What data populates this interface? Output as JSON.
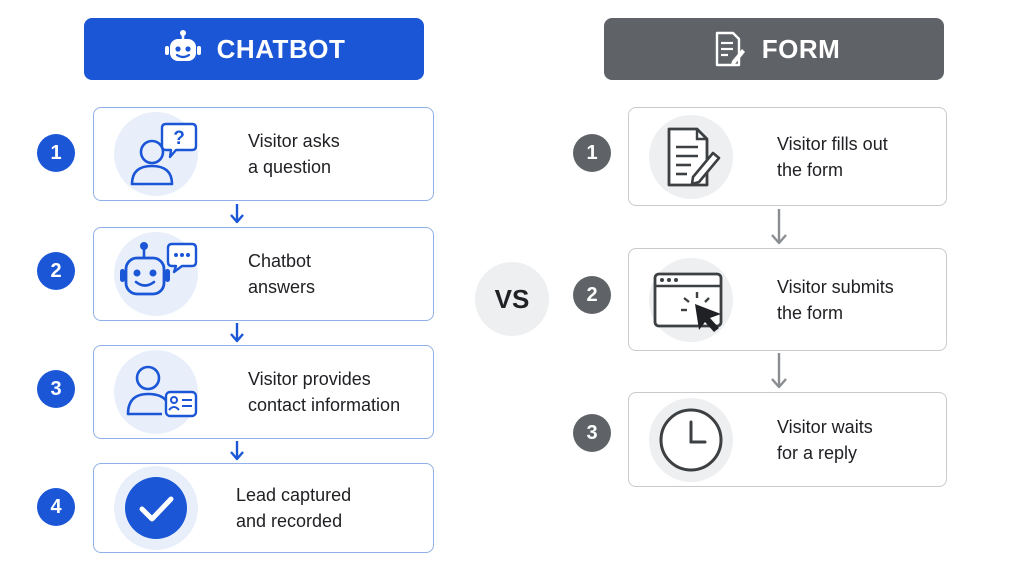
{
  "chatbot": {
    "title": "CHATBOT",
    "color": "#1a56d6",
    "icon": "robot-icon",
    "steps": [
      {
        "num": "1",
        "text": "Visitor asks\na question",
        "icon": "person-question-icon"
      },
      {
        "num": "2",
        "text": "Chatbot\nanswers",
        "icon": "robot-chat-icon"
      },
      {
        "num": "3",
        "text": "Visitor provides\ncontact information",
        "icon": "person-id-card-icon"
      },
      {
        "num": "4",
        "text": "Lead captured\nand recorded",
        "icon": "checkmark-icon"
      }
    ]
  },
  "form": {
    "title": "FORM",
    "color": "#5f6368",
    "icon": "document-edit-icon",
    "steps": [
      {
        "num": "1",
        "text": "Visitor fills out\nthe form",
        "icon": "document-pencil-icon"
      },
      {
        "num": "2",
        "text": "Visitor submits\nthe form",
        "icon": "browser-cursor-icon"
      },
      {
        "num": "3",
        "text": "Visitor waits\nfor a reply",
        "icon": "clock-icon"
      }
    ]
  },
  "vs_label": "VS"
}
